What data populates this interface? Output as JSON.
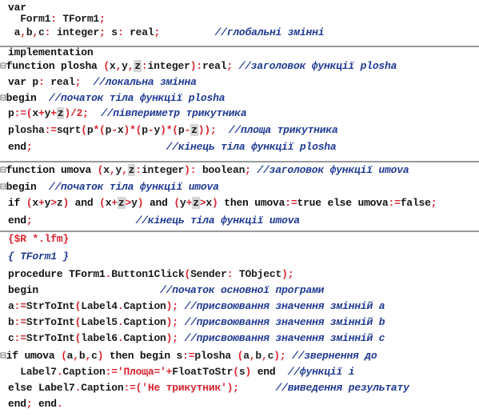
{
  "code_lines": [
    {
      "tokens": [
        {
          "t": "var",
          "c": "kw"
        }
      ]
    },
    {
      "tokens": [
        {
          "t": "  Form1",
          "c": "tx"
        },
        {
          "t": ":",
          "c": "op"
        },
        {
          "t": " TForm1",
          "c": "tx"
        },
        {
          "t": ";",
          "c": "op"
        }
      ]
    },
    {
      "tokens": [
        {
          "t": " a",
          "c": "tx"
        },
        {
          "t": ",",
          "c": "op"
        },
        {
          "t": "b",
          "c": "tx"
        },
        {
          "t": ",",
          "c": "op"
        },
        {
          "t": "c",
          "c": "tx"
        },
        {
          "t": ":",
          "c": "op"
        },
        {
          "t": " integer",
          "c": "tx"
        },
        {
          "t": ";",
          "c": "op"
        },
        {
          "t": " s",
          "c": "tx"
        },
        {
          "t": ":",
          "c": "op"
        },
        {
          "t": " real",
          "c": "tx"
        },
        {
          "t": ";",
          "c": "op"
        },
        {
          "t": "         ",
          "c": "tx"
        },
        {
          "t": "//глобальні змінні",
          "c": "cm"
        }
      ]
    },
    {
      "tokens": [
        {
          "t": "implementation",
          "c": "kw"
        }
      ]
    },
    {
      "fold": true,
      "tokens": [
        {
          "t": "function plosha ",
          "c": "kw"
        },
        {
          "t": "(",
          "c": "op"
        },
        {
          "t": "x",
          "c": "tx"
        },
        {
          "t": ",",
          "c": "op"
        },
        {
          "t": "y",
          "c": "tx"
        },
        {
          "t": ",",
          "c": "op"
        },
        {
          "t": "z",
          "c": "hl"
        },
        {
          "t": ":",
          "c": "op"
        },
        {
          "t": "integer",
          "c": "tx"
        },
        {
          "t": ")",
          "c": "op"
        },
        {
          "t": ":",
          "c": "op"
        },
        {
          "t": "real",
          "c": "tx"
        },
        {
          "t": ";",
          "c": "op"
        },
        {
          "t": " ",
          "c": "tx"
        },
        {
          "t": "//заголовок функції plosha",
          "c": "cm"
        }
      ]
    },
    {
      "tokens": [
        {
          "t": "var p",
          "c": "kw"
        },
        {
          "t": ":",
          "c": "op"
        },
        {
          "t": " real",
          "c": "tx"
        },
        {
          "t": ";",
          "c": "op"
        },
        {
          "t": "  ",
          "c": "tx"
        },
        {
          "t": "//локальна змінна",
          "c": "cm"
        }
      ]
    },
    {
      "fold": true,
      "tokens": [
        {
          "t": "begin",
          "c": "kw"
        },
        {
          "t": "  ",
          "c": "tx"
        },
        {
          "t": "//початок тіла функції plosha",
          "c": "cm"
        }
      ]
    },
    {
      "tokens": [
        {
          "t": "p",
          "c": "tx"
        },
        {
          "t": ":=(",
          "c": "op"
        },
        {
          "t": "x",
          "c": "tx"
        },
        {
          "t": "+",
          "c": "op"
        },
        {
          "t": "y",
          "c": "tx"
        },
        {
          "t": "+",
          "c": "op"
        },
        {
          "t": "z",
          "c": "hl"
        },
        {
          "t": ")/2;",
          "c": "op"
        },
        {
          "t": "  ",
          "c": "tx"
        },
        {
          "t": "//півпериметр трикутника",
          "c": "cm"
        }
      ]
    },
    {
      "tokens": [
        {
          "t": "plosha",
          "c": "tx"
        },
        {
          "t": ":=",
          "c": "op"
        },
        {
          "t": "sqrt",
          "c": "tx"
        },
        {
          "t": "(",
          "c": "op"
        },
        {
          "t": "p",
          "c": "tx"
        },
        {
          "t": "*(",
          "c": "op"
        },
        {
          "t": "p",
          "c": "tx"
        },
        {
          "t": "-",
          "c": "op"
        },
        {
          "t": "x",
          "c": "tx"
        },
        {
          "t": ")*(",
          "c": "op"
        },
        {
          "t": "p",
          "c": "tx"
        },
        {
          "t": "-",
          "c": "op"
        },
        {
          "t": "y",
          "c": "tx"
        },
        {
          "t": ")*(",
          "c": "op"
        },
        {
          "t": "p",
          "c": "tx"
        },
        {
          "t": "-",
          "c": "op"
        },
        {
          "t": "z",
          "c": "hl"
        },
        {
          "t": "));",
          "c": "op"
        },
        {
          "t": "  ",
          "c": "tx"
        },
        {
          "t": "//площа трикутника",
          "c": "cm"
        }
      ]
    },
    {
      "tokens": [
        {
          "t": "end",
          "c": "kw"
        },
        {
          "t": ";",
          "c": "op"
        },
        {
          "t": "                      ",
          "c": "tx"
        },
        {
          "t": "//кінець тіла функції plosha",
          "c": "cm"
        }
      ]
    },
    {
      "fold": true,
      "tokens": [
        {
          "t": "function umova ",
          "c": "kw"
        },
        {
          "t": "(",
          "c": "op"
        },
        {
          "t": "x",
          "c": "tx"
        },
        {
          "t": ",",
          "c": "op"
        },
        {
          "t": "y",
          "c": "tx"
        },
        {
          "t": ",",
          "c": "op"
        },
        {
          "t": "z",
          "c": "hl"
        },
        {
          "t": ":",
          "c": "op"
        },
        {
          "t": "integer",
          "c": "tx"
        },
        {
          "t": "):",
          "c": "op"
        },
        {
          "t": " boolean",
          "c": "tx"
        },
        {
          "t": ";",
          "c": "op"
        },
        {
          "t": " ",
          "c": "tx"
        },
        {
          "t": "//заголовок функції umova",
          "c": "cm"
        }
      ]
    },
    {
      "fold": true,
      "tokens": [
        {
          "t": "begin",
          "c": "kw"
        },
        {
          "t": "  ",
          "c": "tx"
        },
        {
          "t": "//початок тіла функції umova",
          "c": "cm"
        }
      ]
    },
    {
      "tokens": [
        {
          "t": "if ",
          "c": "kw"
        },
        {
          "t": "(",
          "c": "op"
        },
        {
          "t": "x",
          "c": "tx"
        },
        {
          "t": "+",
          "c": "op"
        },
        {
          "t": "y",
          "c": "tx"
        },
        {
          "t": ">",
          "c": "op"
        },
        {
          "t": "z",
          "c": "tx"
        },
        {
          "t": ")",
          "c": "op"
        },
        {
          "t": " and ",
          "c": "kw"
        },
        {
          "t": "(",
          "c": "op"
        },
        {
          "t": "x",
          "c": "tx"
        },
        {
          "t": "+",
          "c": "op"
        },
        {
          "t": "z",
          "c": "hl"
        },
        {
          "t": ">",
          "c": "op"
        },
        {
          "t": "y",
          "c": "tx"
        },
        {
          "t": ")",
          "c": "op"
        },
        {
          "t": " and ",
          "c": "kw"
        },
        {
          "t": "(",
          "c": "op"
        },
        {
          "t": "y",
          "c": "tx"
        },
        {
          "t": "+",
          "c": "op"
        },
        {
          "t": "z",
          "c": "hl"
        },
        {
          "t": ">",
          "c": "op"
        },
        {
          "t": "x",
          "c": "tx"
        },
        {
          "t": ")",
          "c": "op"
        },
        {
          "t": " then umova",
          "c": "kw"
        },
        {
          "t": ":=",
          "c": "op"
        },
        {
          "t": "true else umova",
          "c": "kw"
        },
        {
          "t": ":=",
          "c": "op"
        },
        {
          "t": "false",
          "c": "tx"
        },
        {
          "t": ";",
          "c": "op"
        }
      ]
    },
    {
      "tokens": [
        {
          "t": "end",
          "c": "kw"
        },
        {
          "t": ";",
          "c": "op"
        },
        {
          "t": "                 ",
          "c": "tx"
        },
        {
          "t": "//кінець тіла функції umova",
          "c": "cm"
        }
      ]
    },
    {
      "tokens": [
        {
          "t": "{$R *.lfm}",
          "c": "dir"
        }
      ]
    },
    {
      "tokens": [
        {
          "t": "{ TForm1 }",
          "c": "cm"
        }
      ]
    },
    {
      "tokens": [
        {
          "t": "procedure TForm1",
          "c": "kw"
        },
        {
          "t": ".",
          "c": "op"
        },
        {
          "t": "Button1Click",
          "c": "tx"
        },
        {
          "t": "(",
          "c": "op"
        },
        {
          "t": "Sender",
          "c": "tx"
        },
        {
          "t": ":",
          "c": "op"
        },
        {
          "t": " TObject",
          "c": "tx"
        },
        {
          "t": ");",
          "c": "op"
        }
      ]
    },
    {
      "tokens": [
        {
          "t": "begin",
          "c": "kw"
        },
        {
          "t": "                    ",
          "c": "tx"
        },
        {
          "t": "//початок основної програми",
          "c": "cm"
        }
      ]
    },
    {
      "tokens": [
        {
          "t": "a",
          "c": "tx"
        },
        {
          "t": ":=",
          "c": "op"
        },
        {
          "t": "StrToInt",
          "c": "tx"
        },
        {
          "t": "(",
          "c": "op"
        },
        {
          "t": "Label4",
          "c": "tx"
        },
        {
          "t": ".",
          "c": "op"
        },
        {
          "t": "Caption",
          "c": "tx"
        },
        {
          "t": ");",
          "c": "op"
        },
        {
          "t": " ",
          "c": "tx"
        },
        {
          "t": "//присвоювання значення змінній a",
          "c": "cm"
        }
      ]
    },
    {
      "tokens": [
        {
          "t": "b",
          "c": "tx"
        },
        {
          "t": ":=",
          "c": "op"
        },
        {
          "t": "StrToInt",
          "c": "tx"
        },
        {
          "t": "(",
          "c": "op"
        },
        {
          "t": "Label5",
          "c": "tx"
        },
        {
          "t": ".",
          "c": "op"
        },
        {
          "t": "Caption",
          "c": "tx"
        },
        {
          "t": ");",
          "c": "op"
        },
        {
          "t": " ",
          "c": "tx"
        },
        {
          "t": "//присвоювання значення змінній b",
          "c": "cm"
        }
      ]
    },
    {
      "tokens": [
        {
          "t": "c",
          "c": "tx"
        },
        {
          "t": ":=",
          "c": "op"
        },
        {
          "t": "StrToInt",
          "c": "tx"
        },
        {
          "t": "(",
          "c": "op"
        },
        {
          "t": "label6",
          "c": "tx"
        },
        {
          "t": ".",
          "c": "op"
        },
        {
          "t": "Caption",
          "c": "tx"
        },
        {
          "t": ");",
          "c": "op"
        },
        {
          "t": " ",
          "c": "tx"
        },
        {
          "t": "//присвоювання значення змінній c",
          "c": "cm"
        }
      ]
    },
    {
      "fold": true,
      "tokens": [
        {
          "t": "if umova ",
          "c": "kw"
        },
        {
          "t": "(",
          "c": "op"
        },
        {
          "t": "a",
          "c": "tx"
        },
        {
          "t": ",",
          "c": "op"
        },
        {
          "t": "b",
          "c": "tx"
        },
        {
          "t": ",",
          "c": "op"
        },
        {
          "t": "c",
          "c": "tx"
        },
        {
          "t": ")",
          "c": "op"
        },
        {
          "t": " then begin s",
          "c": "kw"
        },
        {
          "t": ":=",
          "c": "op"
        },
        {
          "t": "plosha ",
          "c": "tx"
        },
        {
          "t": "(",
          "c": "op"
        },
        {
          "t": "a",
          "c": "tx"
        },
        {
          "t": ",",
          "c": "op"
        },
        {
          "t": "b",
          "c": "tx"
        },
        {
          "t": ",",
          "c": "op"
        },
        {
          "t": "c",
          "c": "tx"
        },
        {
          "t": ");",
          "c": "op"
        },
        {
          "t": " ",
          "c": "tx"
        },
        {
          "t": "//звернення до",
          "c": "cm"
        }
      ]
    },
    {
      "tokens": [
        {
          "t": "  Label7",
          "c": "tx"
        },
        {
          "t": ".",
          "c": "op"
        },
        {
          "t": "Caption",
          "c": "tx"
        },
        {
          "t": ":=",
          "c": "op"
        },
        {
          "t": "'Площа='",
          "c": "st"
        },
        {
          "t": "+",
          "c": "op"
        },
        {
          "t": "FloatToStr",
          "c": "tx"
        },
        {
          "t": "(",
          "c": "op"
        },
        {
          "t": "s",
          "c": "tx"
        },
        {
          "t": ")",
          "c": "op"
        },
        {
          "t": " end  ",
          "c": "kw"
        },
        {
          "t": "//функції і",
          "c": "cm"
        }
      ]
    },
    {
      "tokens": [
        {
          "t": "else Label7",
          "c": "kw"
        },
        {
          "t": ".",
          "c": "op"
        },
        {
          "t": "Caption",
          "c": "tx"
        },
        {
          "t": ":=(",
          "c": "op"
        },
        {
          "t": "'Не трикутник'",
          "c": "st"
        },
        {
          "t": ");",
          "c": "op"
        },
        {
          "t": "      ",
          "c": "tx"
        },
        {
          "t": "//виведення результату",
          "c": "cm"
        }
      ]
    },
    {
      "tokens": [
        {
          "t": "end",
          "c": "kw"
        },
        {
          "t": ";",
          "c": "op"
        },
        {
          "t": " end",
          "c": "kw"
        },
        {
          "t": ".",
          "c": "op"
        }
      ]
    }
  ],
  "colors": {
    "keyword_text": "#111111",
    "operator": "#d9232e",
    "comment": "#1f3a93",
    "string": "#d9232e",
    "directive": "#d9232e",
    "separator": "#9a9a9a",
    "highlight_bg": "#d5d5d5"
  }
}
